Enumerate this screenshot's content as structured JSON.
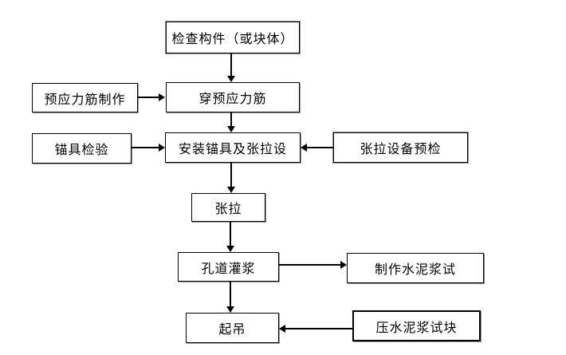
{
  "colors": {
    "background": "#ffffff",
    "line": "#000000",
    "text": "#000000"
  },
  "diagram": {
    "type": "flowchart",
    "nodes": [
      {
        "id": "check-component",
        "label": "检查构件（或块体）"
      },
      {
        "id": "tendon-fabrication",
        "label": "预应力筋制作"
      },
      {
        "id": "thread-tendon",
        "label": "穿预应力筋"
      },
      {
        "id": "anchorage-inspection",
        "label": "锚具检验"
      },
      {
        "id": "install-anchorage",
        "label": "安装锚具及张拉设"
      },
      {
        "id": "tension-equipment-precheck",
        "label": "张拉设备预检"
      },
      {
        "id": "tensioning",
        "label": "张拉"
      },
      {
        "id": "duct-grouting",
        "label": "孔道灌浆"
      },
      {
        "id": "make-cement-paste-test",
        "label": "制作水泥浆试"
      },
      {
        "id": "lifting",
        "label": "起吊"
      },
      {
        "id": "press-cement-paste-block",
        "label": "压水泥浆试块"
      }
    ],
    "edges": [
      {
        "from": "check-component",
        "to": "thread-tendon",
        "direction": "down"
      },
      {
        "from": "tendon-fabrication",
        "to": "thread-tendon",
        "direction": "right"
      },
      {
        "from": "thread-tendon",
        "to": "install-anchorage",
        "direction": "down"
      },
      {
        "from": "anchorage-inspection",
        "to": "install-anchorage",
        "direction": "right"
      },
      {
        "from": "tension-equipment-precheck",
        "to": "install-anchorage",
        "direction": "left"
      },
      {
        "from": "install-anchorage",
        "to": "tensioning",
        "direction": "down"
      },
      {
        "from": "tensioning",
        "to": "duct-grouting",
        "direction": "down"
      },
      {
        "from": "duct-grouting",
        "to": "make-cement-paste-test",
        "direction": "right"
      },
      {
        "from": "duct-grouting",
        "to": "lifting",
        "direction": "down"
      },
      {
        "from": "press-cement-paste-block",
        "to": "lifting",
        "direction": "left"
      }
    ]
  }
}
